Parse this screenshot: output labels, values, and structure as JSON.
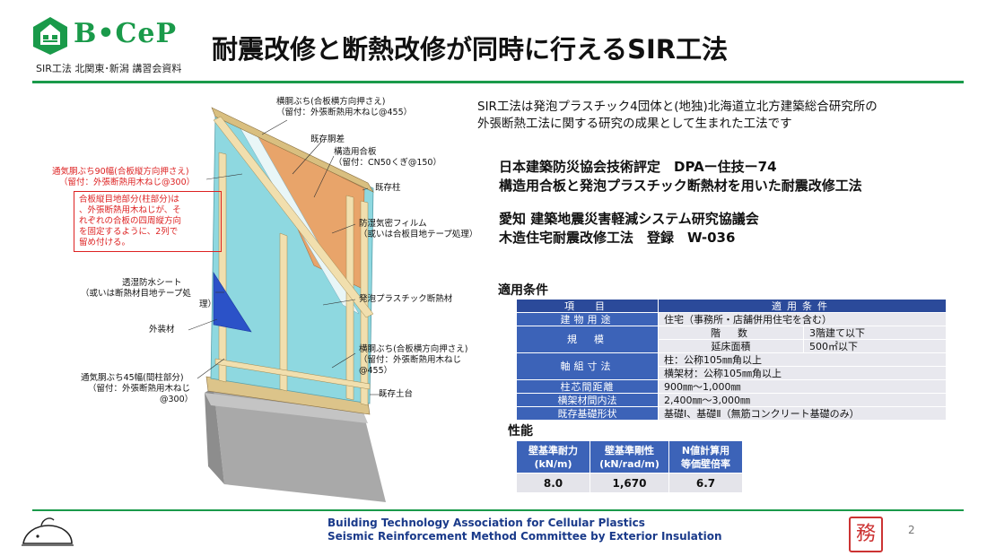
{
  "header": {
    "logo_text": "B•CeP",
    "logo_subtitle": "SIR工法 北関東･新潟 講習会資料",
    "title": "耐震改修と断熱改修が同時に行えるSIR工法"
  },
  "diagram": {
    "labels": [
      "横胴ぶち(合板横方向押さえ)",
      "（留付：外張断熱用木ねじ@455）",
      "既存胴差",
      "構造用合板",
      "（留付：CN50くぎ@150）",
      "既存柱",
      "通気胴ぶち90幅(合板縦方向押さえ)",
      "（留付：外張断熱用木ねじ@300）",
      "防湿気密フィルム",
      "（或いは合板目地テープ処理）",
      "透湿防水シート",
      "（或いは断熱材目地テープ処",
      "理）",
      "発泡プラスチック断熱材",
      "外装材",
      "横胴ぶち(合板横方向押さえ)",
      "（留付：外張断熱用木ねじ",
      "@455）",
      "通気胴ぶち45幅(間柱部分)",
      "（留付：外張断熱用木ねじ",
      "@300）",
      "既存土台"
    ],
    "note_lines": [
      "合板縦目地部分(柱部分)は",
      "、外張断熱用木ねじが、そ",
      "れぞれの合板の四周縦方向",
      "を固定するように、2列で",
      "留め付ける。"
    ]
  },
  "intro_lines": [
    "SIR工法は発泡プラスチック4団体と(地独)北海道立北方建築総合研究所の",
    "外張断熱工法に関する研究の成果として生まれた工法です"
  ],
  "certifications": [
    "日本建築防災協会技術評定　DPAー住技ー74",
    "構造用合板と発泡プラスチック断熱材を用いた耐震改修工法",
    "愛知 建築地震災害軽減システム研究協議会",
    "木造住宅耐震改修工法　登録　W-036"
  ],
  "conditions": {
    "title": "適用条件",
    "header": [
      "項　目",
      "適用条件"
    ],
    "r1": {
      "label": "建物用途",
      "value": "住宅（事務所・店舗併用住宅を含む）"
    },
    "r2": {
      "label": "規　模",
      "s1": "階　数",
      "v1": "3階建て以下",
      "s2": "延床面積",
      "v2": "500㎡以下"
    },
    "r3": {
      "label": "軸組寸法",
      "v1": "柱：公称105㎜角以上",
      "v2": "横架材：公称105㎜角以上"
    },
    "r4": {
      "label": "柱芯間距離",
      "value": "900㎜～1,000㎜"
    },
    "r5": {
      "label": "横架材間内法",
      "value": "2,400㎜～3,000㎜"
    },
    "r6": {
      "label": "既存基礎形状",
      "value": "基礎Ⅰ、基礎Ⅱ（無筋コンクリート基礎のみ）"
    }
  },
  "performance": {
    "title": "性能",
    "h1a": "壁基準耐力",
    "h1b": "(kN/m)",
    "h2a": "壁基準剛性",
    "h2b": "(kN/rad/m)",
    "h3a": "N値計算用",
    "h3b": "等価壁倍率",
    "v1": "8.0",
    "v2": "1,670",
    "v3": "6.7"
  },
  "footer": {
    "line1": "Building Technology Association for Cellular Plastics",
    "line2": "Seismic Reinforcement Method Committee by Exterior Insulation",
    "page": "2",
    "seal_char": "務"
  },
  "colors": {
    "brand_green": "#1a9a4a",
    "table_header_blue": "#2b4a9a",
    "note_red": "#dd2222"
  }
}
